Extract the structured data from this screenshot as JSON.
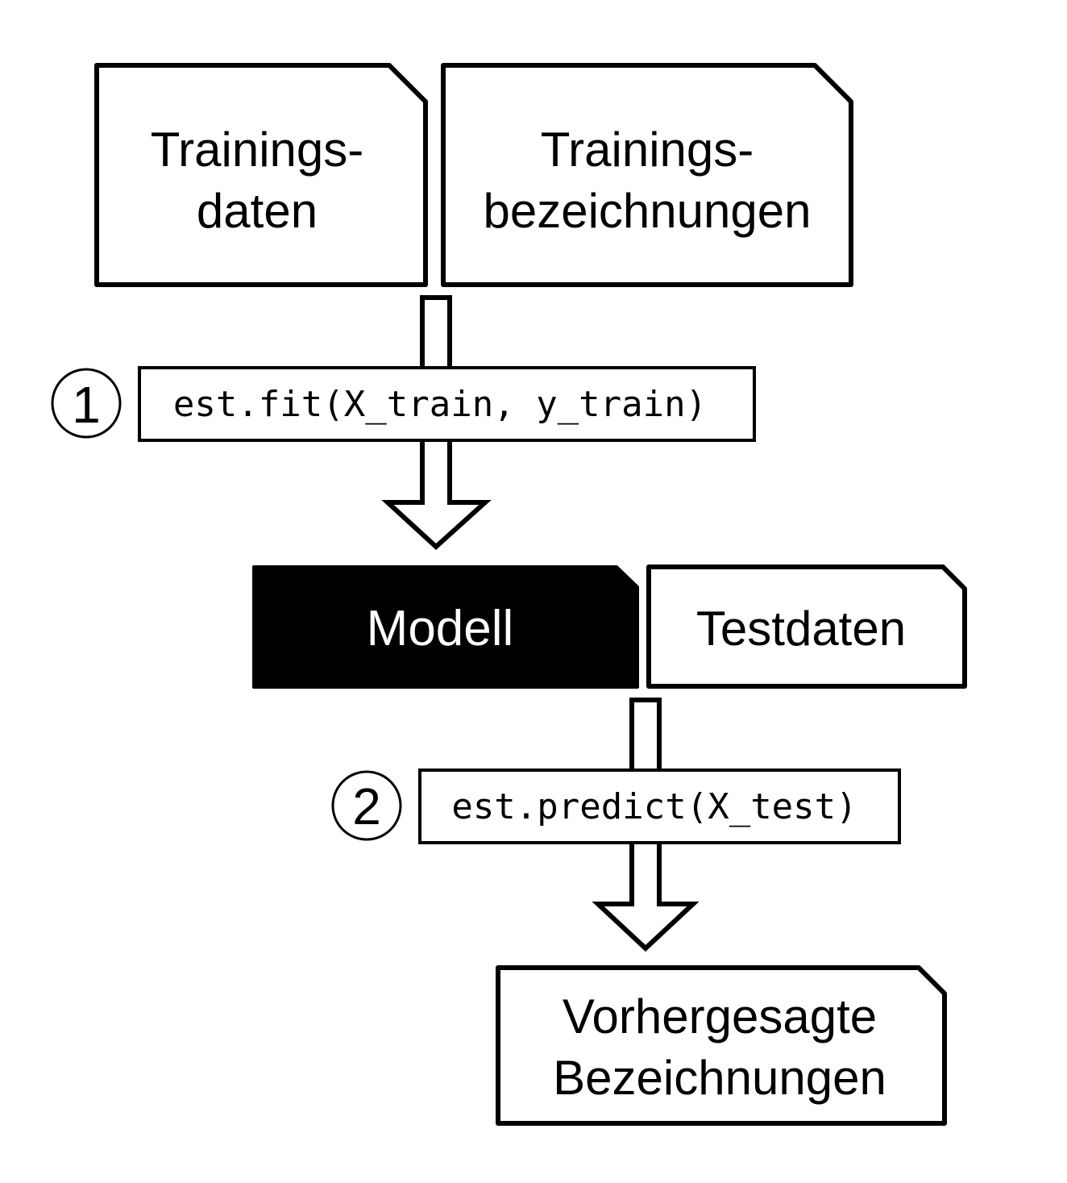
{
  "boxes": {
    "training_data": [
      "Trainings-",
      "daten"
    ],
    "training_labels": [
      "Trainings-",
      "bezeichnungen"
    ],
    "model": "Modell",
    "test_data": "Testdaten",
    "predicted_labels": [
      "Vorhergesagte",
      "Bezeichnungen"
    ]
  },
  "steps": [
    {
      "number": "1",
      "code": "est.fit(X_train, y_train)"
    },
    {
      "number": "2",
      "code": "est.predict(X_test)"
    }
  ],
  "colors": {
    "stroke": "#000000",
    "background": "#ffffff",
    "model_fill": "#000000",
    "model_text": "#ffffff"
  }
}
